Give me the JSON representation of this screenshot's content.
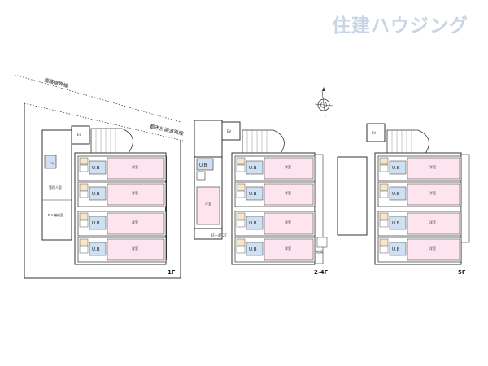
{
  "brand": {
    "watermark": "住建ハウジング",
    "color": "#c9d4e6"
  },
  "labels": {
    "road_boundary": "道路境界線",
    "city_road": "都市計画道路線",
    "ev": "EV",
    "ub": "U.B",
    "room": "洋室",
    "toilet": "トイレ",
    "manager": "管理人室",
    "ev_machine": "ＥＶ機械室",
    "stair_mark": "3F～4F\n2F",
    "balcony_note": "給湯",
    "floor_1": "1F",
    "floor_2_4": "2-4F",
    "floor_5": "5F"
  },
  "colors": {
    "room": "#fde4ee",
    "unitbath": "#cfe0f2",
    "kitchen": "#f7e6c8",
    "wall": "#333333"
  },
  "icons": [
    "compass-icon"
  ]
}
